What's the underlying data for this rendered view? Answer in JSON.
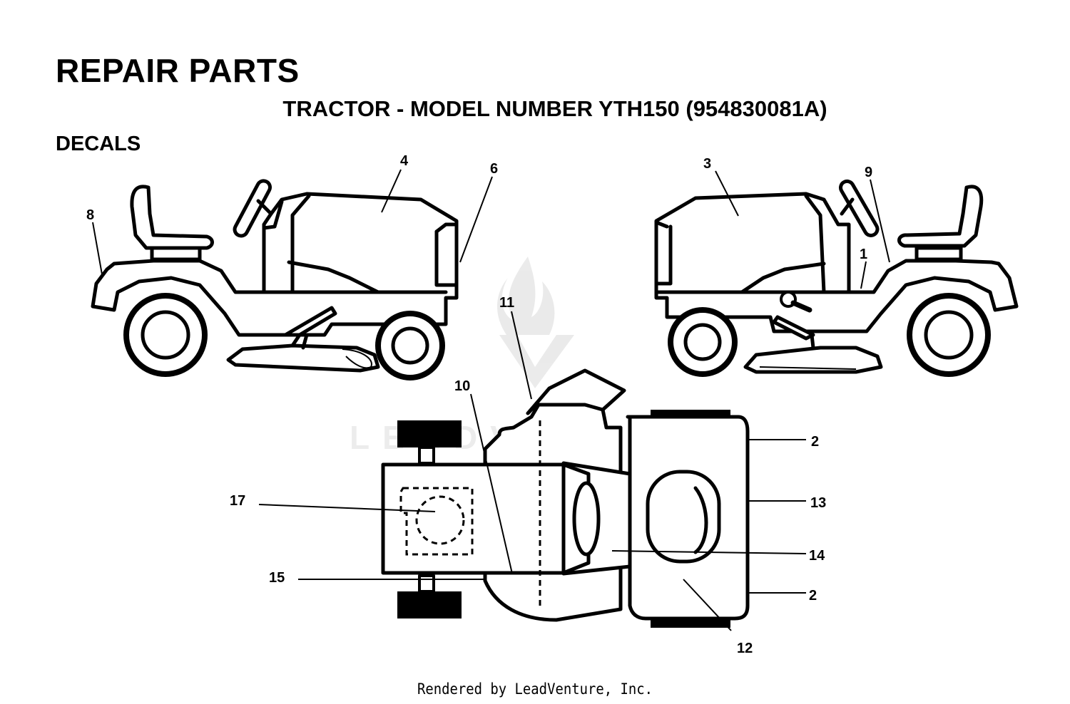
{
  "title": "REPAIR PARTS",
  "subtitle": "TRACTOR - MODEL NUMBER YTH150 (954830081A)",
  "section": "DECALS",
  "watermark": "LEADVENTURE",
  "footer": "Rendered by LeadVenture, Inc.",
  "callouts": {
    "c1": "1",
    "c2a": "2",
    "c2b": "2",
    "c3": "3",
    "c4": "4",
    "c6": "6",
    "c8": "8",
    "c9": "9",
    "c10": "10",
    "c11": "11",
    "c12": "12",
    "c13": "13",
    "c14": "14",
    "c15": "15",
    "c17": "17"
  }
}
